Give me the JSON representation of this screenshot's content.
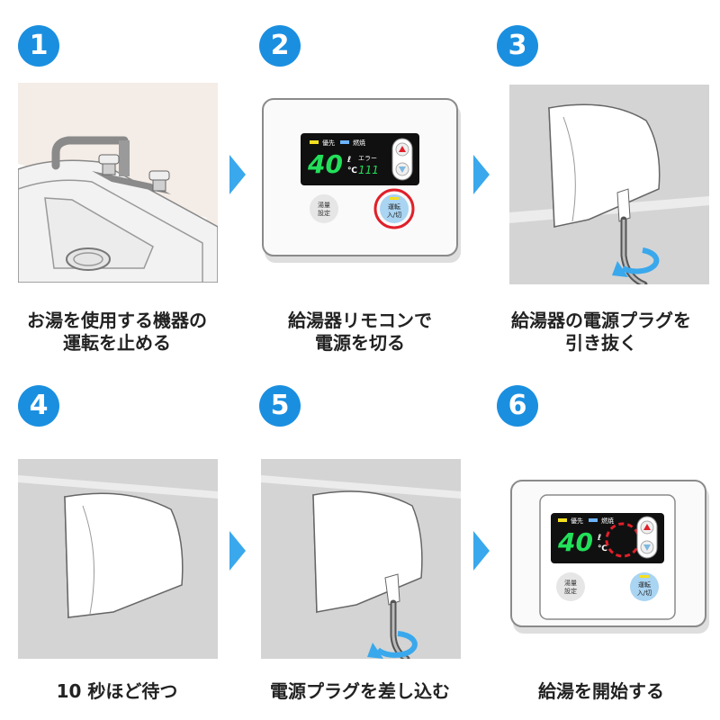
{
  "steps": [
    {
      "number": "1",
      "caption": "お湯を使用する機器の\n運転を止める"
    },
    {
      "number": "2",
      "caption": "給湯器リモコンで\n電源を切る"
    },
    {
      "number": "3",
      "caption": "給湯器の電源プラグを\n引き抜く"
    },
    {
      "number": "4",
      "caption": "10 秒ほど待つ"
    },
    {
      "number": "5",
      "caption": "電源プラグを差し込む"
    },
    {
      "number": "6",
      "caption": "給湯を開始する"
    }
  ],
  "remote": {
    "indicator_priority": "優先",
    "indicator_burning": "燃焼",
    "temperature": "40",
    "unit_volume": "ℓ",
    "unit_celsius": "℃",
    "error_label": "エラー",
    "error_code": "111",
    "hot_water_setting_btn": "湯量\n設定",
    "power_btn": "運転\n入/切"
  },
  "colors": {
    "accent_blue": "#1a8fe0",
    "arrow_blue": "#3aa8ec",
    "display_green": "#22e05a",
    "highlight_red": "#e0202a"
  }
}
